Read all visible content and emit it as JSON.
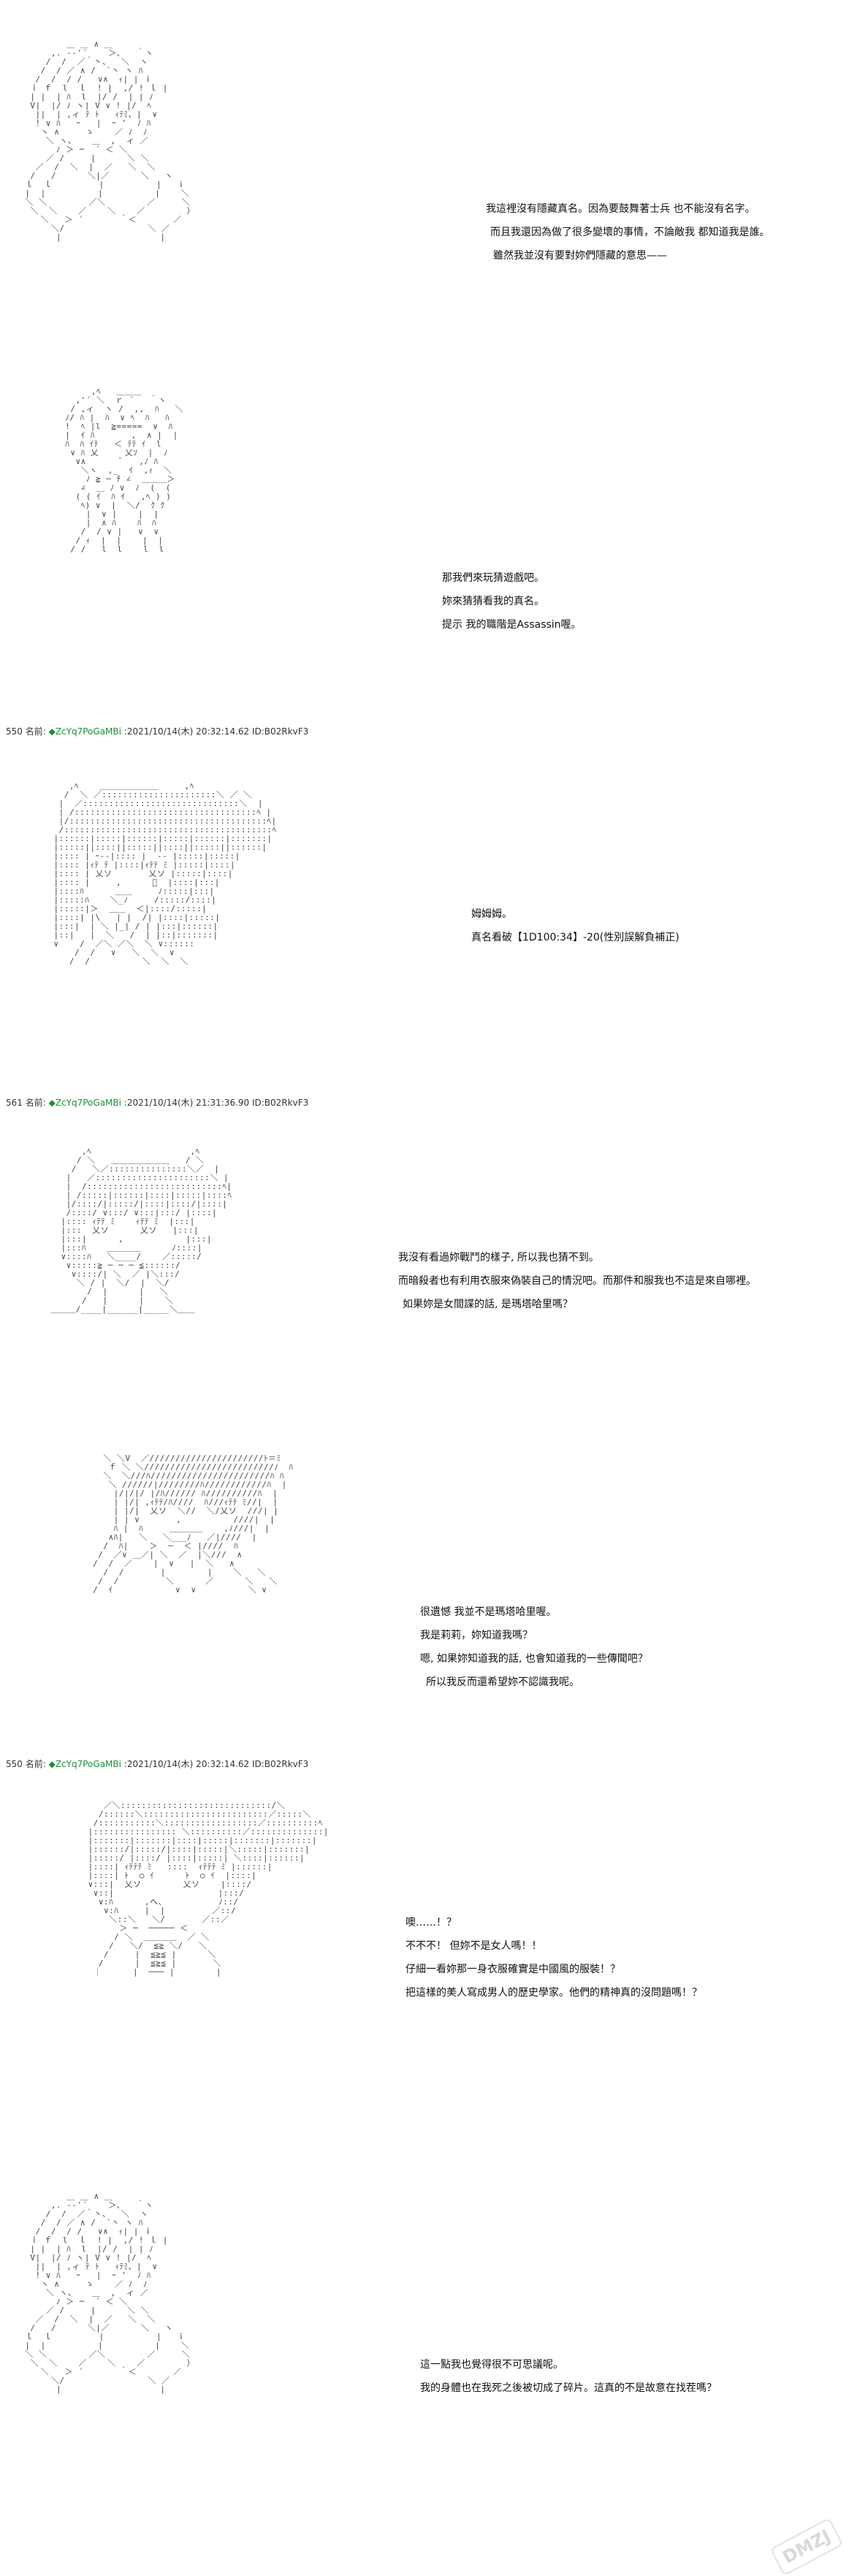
{
  "panels": [
    {
      "lines": [
        "我這裡沒有隱藏真名。因為要鼓舞著士兵 也不能沒有名字。",
        "而且我還因為做了很多變壞的事情，不論敵我 都知道我是誰。",
        "雖然我並沒有要對妳們隱藏的意思——"
      ]
    },
    {
      "lines": [
        "那我們來玩猜遊戲吧。",
        "妳來猜猜看我的真名。",
        "提示 我的職階是Assassin喔。"
      ]
    },
    {
      "header": {
        "num": "550",
        "label": "名前:",
        "tag": "◆ZcYq7PoGaMBi",
        "meta": ":2021/10/14(木) 20:32:14.62 ID:B02RkvF3"
      },
      "lines": [
        "姆姆姆。",
        "真名看破【1D100:34】-20(性別誤解負補正)"
      ]
    },
    {
      "header": {
        "num": "561",
        "label": "名前:",
        "tag": "◆ZcYq7PoGaMBi",
        "meta": ":2021/10/14(木) 21:31:36.90 ID:B02RkvF3"
      },
      "lines": [
        "我沒有看過妳戰鬥的樣子, 所以我也猜不到。",
        "而暗殺者也有利用衣服來偽裝自己的情況吧。而那件和服我也不這是來自哪裡。",
        "如果妳是女間諜的話, 是瑪塔哈里嗎？"
      ]
    },
    {
      "lines": [
        "很遺憾 我並不是瑪塔哈里喔。",
        "我是莉莉，妳知道我嗎？",
        "嗯, 如果妳知道我的話, 也會知道我的一些傳聞吧？",
        "所以我反而還希望妳不認識我呢。"
      ]
    },
    {
      "header": {
        "num": "550",
        "label": "名前:",
        "tag": "◆ZcYq7PoGaMBi",
        "meta": ":2021/10/14(木) 20:32:14.62 ID:B02RkvF3"
      },
      "lines": [
        "噢……！？",
        "不不不！ 但妳不是女人嗎！！",
        "仔細一看妳那一身衣服確實是中國風的服裝！？",
        "把這樣的美人寫成男人的歷史學家。他們的精神真的沒問題嗎！？"
      ]
    },
    {
      "lines": [
        "這一點我也覺得很不可思議呢。",
        "我的身體也在我死之後被切成了碎片。這真的不是故意在找茬嗎？"
      ]
    }
  ],
  "watermark": "DMZJ"
}
